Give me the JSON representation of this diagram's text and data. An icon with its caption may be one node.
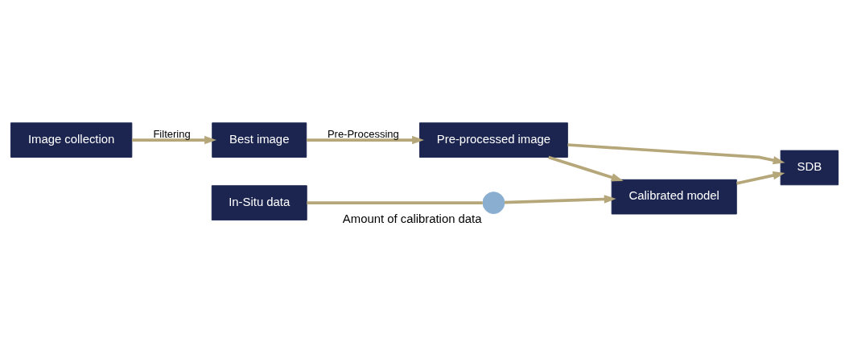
{
  "diagram": {
    "nodes": [
      {
        "text": [
          "Image collection"
        ]
      },
      {
        "text": [
          "Best image"
        ]
      },
      {
        "text": [
          "Pre-processed image"
        ]
      },
      {
        "text": [
          "Calibrated model"
        ]
      },
      {
        "text": [
          "SDB"
        ]
      },
      {
        "text": [
          "In-Situ data"
        ]
      },
      {
        "text": [],
        "shape": "circle",
        "beside": [
          "Amount of calibration data"
        ]
      }
    ],
    "edges": [
      {
        "from": 0,
        "to": 1,
        "arrow": "to",
        "label": "Filtering"
      },
      {
        "from": 1,
        "to": 2,
        "arrow": "to",
        "label": "Pre-Processing"
      },
      {
        "from": 2,
        "to": 4,
        "arrow": "to"
      },
      {
        "from": 2,
        "to": 3,
        "arrow": "to"
      },
      {
        "from": 5,
        "to": 6,
        "arrow": "none"
      },
      {
        "from": 6,
        "to": 3,
        "arrow": "to"
      },
      {
        "from": 3,
        "to": 4,
        "arrow": "to"
      }
    ]
  }
}
